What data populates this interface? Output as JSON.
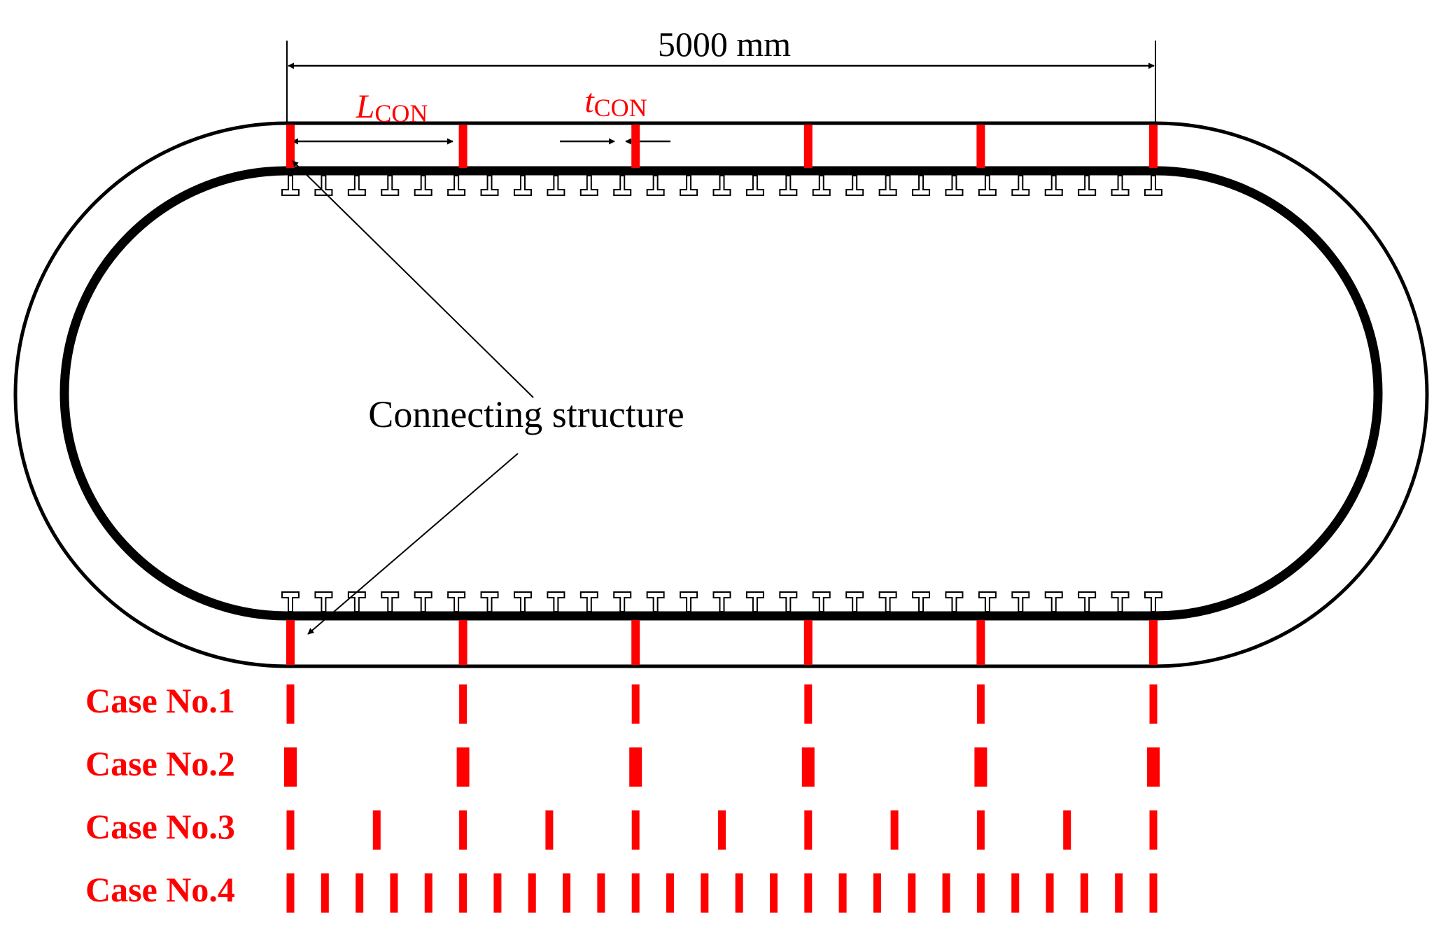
{
  "dimension": {
    "label": "5000 mm"
  },
  "connector_length": {
    "symbol": "L",
    "subscript": "CON"
  },
  "connector_thickness": {
    "symbol": "t",
    "subscript": "CON"
  },
  "annotation": {
    "label": "Connecting structure"
  },
  "cases": [
    {
      "label": "Case No.1",
      "count": 6
    },
    {
      "label": "Case No.2",
      "count": 6
    },
    {
      "label": "Case No.3",
      "count": 11
    },
    {
      "label": "Case No.4",
      "count": 26
    }
  ],
  "colors": {
    "accent": "#ff0000",
    "line": "#000000",
    "background": "#ffffff"
  }
}
